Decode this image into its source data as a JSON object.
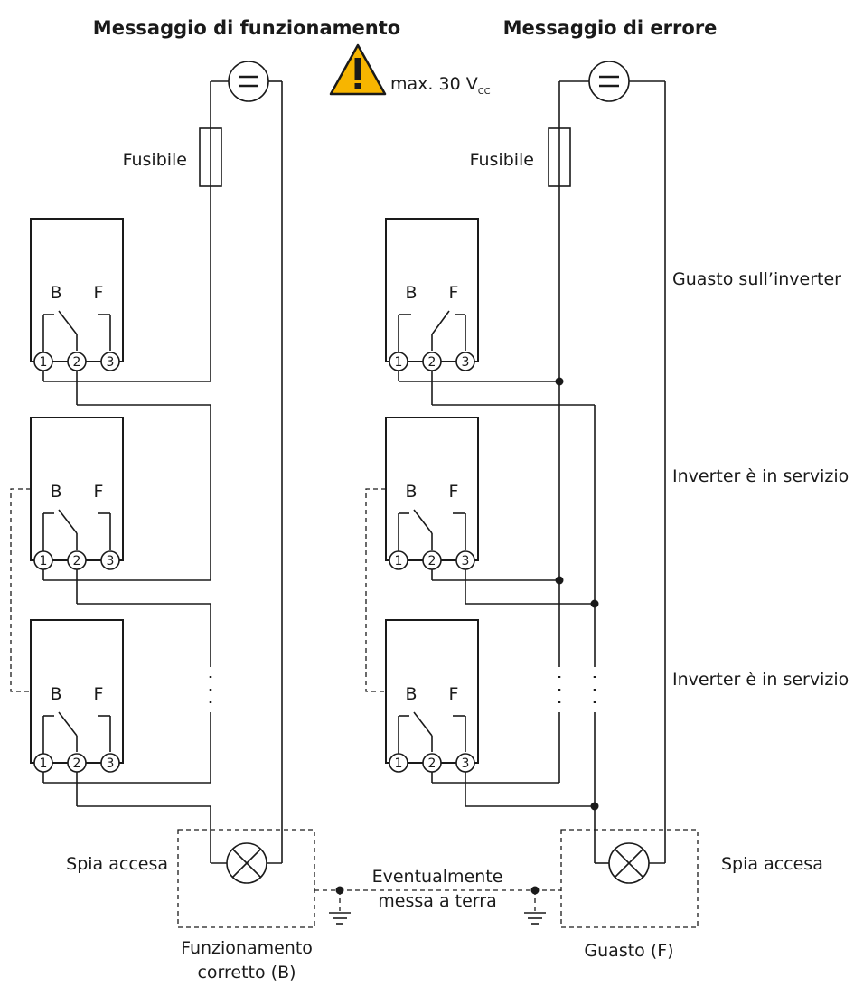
{
  "titles": {
    "left": "Messaggio di funzionamento",
    "right": "Messaggio di errore"
  },
  "warning": {
    "text": "max. 30 V",
    "subscript": "CC"
  },
  "fuse_label": "Fusibile",
  "contact_labels": {
    "b": "B",
    "f": "F"
  },
  "terminals": [
    "1",
    "2",
    "3"
  ],
  "status_labels": {
    "first": "Guasto sull’inverter",
    "second": "Inverter è in servizio",
    "third": "Inverter è in servizio"
  },
  "lamp_left_label": "Spia accesa",
  "lamp_right_label": "Spia accesa",
  "ground_label": {
    "line1": "Eventualmente",
    "line2": "messa a terra"
  },
  "caption_left": {
    "line1": "Funzionamento",
    "line2": "corretto (B)"
  },
  "caption_right": "Guasto (F)",
  "colors": {
    "line": "#1a1a1a",
    "warning_fill": "#f7b500"
  }
}
